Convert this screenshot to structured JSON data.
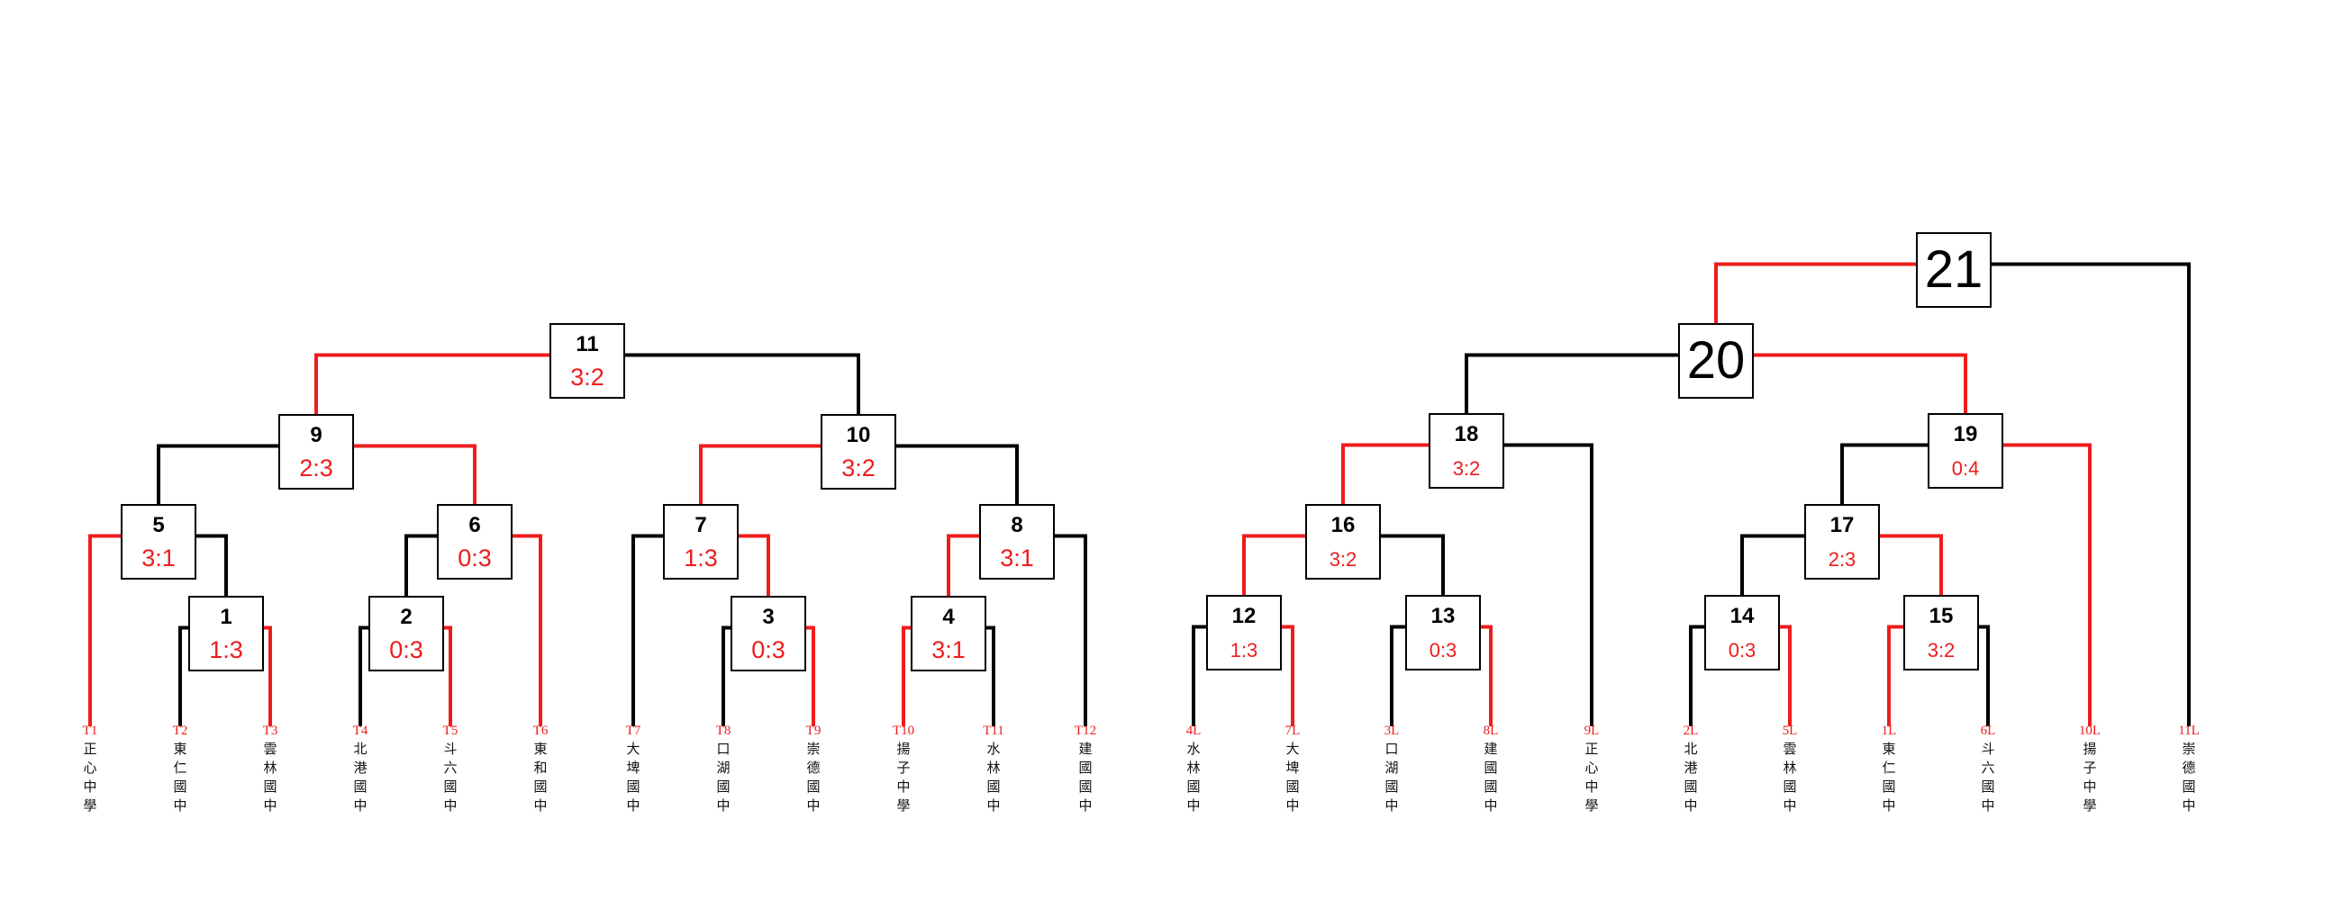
{
  "colors": {
    "winner": "#ee1c1c",
    "line": "#000000",
    "score": "#ee1c1c"
  },
  "teams": [
    {
      "id": "t1",
      "seed": "T1",
      "name": "正心中學"
    },
    {
      "id": "t2",
      "seed": "T2",
      "name": "東仁國中"
    },
    {
      "id": "t3",
      "seed": "T3",
      "name": "雲林國中"
    },
    {
      "id": "t4",
      "seed": "T4",
      "name": "北港國中"
    },
    {
      "id": "t5",
      "seed": "T5",
      "name": "斗六國中"
    },
    {
      "id": "t6",
      "seed": "T6",
      "name": "東和國中"
    },
    {
      "id": "t7",
      "seed": "T7",
      "name": "大埤國中"
    },
    {
      "id": "t8",
      "seed": "T8",
      "name": "口湖國中"
    },
    {
      "id": "t9",
      "seed": "T9",
      "name": "崇德國中"
    },
    {
      "id": "t10",
      "seed": "T10",
      "name": "揚子中學"
    },
    {
      "id": "t11",
      "seed": "T11",
      "name": "水林國中"
    },
    {
      "id": "t12",
      "seed": "T12",
      "name": "建國國中"
    },
    {
      "id": "l4",
      "seed": "4L",
      "name": "水林國中"
    },
    {
      "id": "l7",
      "seed": "7L",
      "name": "大埤國中"
    },
    {
      "id": "l3",
      "seed": "3L",
      "name": "口湖國中"
    },
    {
      "id": "l8",
      "seed": "8L",
      "name": "建國國中"
    },
    {
      "id": "l9",
      "seed": "9L",
      "name": "正心中學"
    },
    {
      "id": "l2",
      "seed": "2L",
      "name": "北港國中"
    },
    {
      "id": "l5",
      "seed": "5L",
      "name": "雲林國中"
    },
    {
      "id": "l1",
      "seed": "1L",
      "name": "東仁國中"
    },
    {
      "id": "l6",
      "seed": "6L",
      "name": "斗六國中"
    },
    {
      "id": "l10",
      "seed": "10L",
      "name": "揚子中學"
    },
    {
      "id": "l11",
      "seed": "11L",
      "name": "崇德國中"
    }
  ],
  "matches": [
    {
      "id": "1",
      "label": "1",
      "score": "1:3",
      "left": "t2",
      "right": "t3",
      "winner": "right"
    },
    {
      "id": "2",
      "label": "2",
      "score": "0:3",
      "left": "t4",
      "right": "t5",
      "winner": "right"
    },
    {
      "id": "3",
      "label": "3",
      "score": "0:3",
      "left": "t8",
      "right": "t9",
      "winner": "right"
    },
    {
      "id": "4",
      "label": "4",
      "score": "3:1",
      "left": "t10",
      "right": "t11",
      "winner": "left"
    },
    {
      "id": "5",
      "label": "5",
      "score": "3:1",
      "left": "t1",
      "right": "1",
      "winner": "left"
    },
    {
      "id": "6",
      "label": "6",
      "score": "0:3",
      "left": "2",
      "right": "t6",
      "winner": "right"
    },
    {
      "id": "7",
      "label": "7",
      "score": "1:3",
      "left": "t7",
      "right": "3",
      "winner": "right"
    },
    {
      "id": "8",
      "label": "8",
      "score": "3:1",
      "left": "4",
      "right": "t12",
      "winner": "left"
    },
    {
      "id": "9",
      "label": "9",
      "score": "2:3",
      "left": "5",
      "right": "6",
      "winner": "right"
    },
    {
      "id": "10",
      "label": "10",
      "score": "3:2",
      "left": "7",
      "right": "8",
      "winner": "left"
    },
    {
      "id": "11",
      "label": "11",
      "score": "3:2",
      "left": "9",
      "right": "10",
      "winner": "left"
    },
    {
      "id": "12",
      "label": "12",
      "score": "1:3",
      "left": "l4",
      "right": "l7",
      "winner": "right"
    },
    {
      "id": "13",
      "label": "13",
      "score": "0:3",
      "left": "l3",
      "right": "l8",
      "winner": "right"
    },
    {
      "id": "14",
      "label": "14",
      "score": "0:3",
      "left": "l2",
      "right": "l5",
      "winner": "right"
    },
    {
      "id": "15",
      "label": "15",
      "score": "3:2",
      "left": "l1",
      "right": "l6",
      "winner": "left"
    },
    {
      "id": "16",
      "label": "16",
      "score": "3:2",
      "left": "12",
      "right": "13",
      "winner": "left"
    },
    {
      "id": "17",
      "label": "17",
      "score": "2:3",
      "left": "14",
      "right": "15",
      "winner": "right"
    },
    {
      "id": "18",
      "label": "18",
      "score": "3:2",
      "left": "16",
      "right": "l9",
      "winner": "left"
    },
    {
      "id": "19",
      "label": "19",
      "score": "0:4",
      "left": "17",
      "right": "l10",
      "winner": "right"
    },
    {
      "id": "20",
      "label": "20",
      "score": "",
      "left": "18",
      "right": "19",
      "winner": "right"
    },
    {
      "id": "21",
      "label": "21",
      "score": "",
      "left": "20",
      "right": "l11",
      "winner": "left"
    }
  ]
}
